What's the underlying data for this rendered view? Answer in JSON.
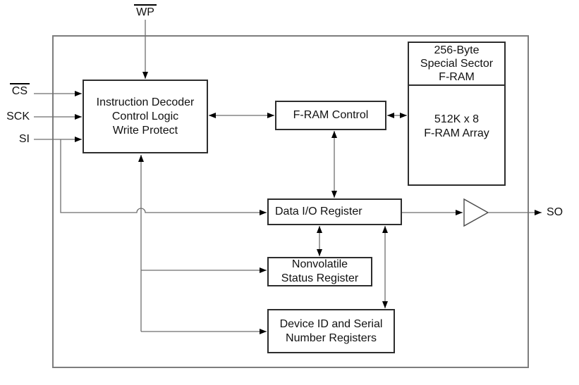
{
  "signals": {
    "wp": {
      "label": "WP",
      "active_low": true
    },
    "cs": {
      "label": "CS",
      "active_low": true
    },
    "sck": {
      "label": "SCK",
      "active_low": false
    },
    "si": {
      "label": "SI",
      "active_low": false
    },
    "so": {
      "label": "SO",
      "active_low": false
    }
  },
  "blocks": {
    "instruction_decoder": {
      "lines": [
        "Instruction Decoder",
        "Control Logic",
        "Write Protect"
      ]
    },
    "fram_control": {
      "label": "F-RAM Control"
    },
    "special_sector_fram": {
      "lines": [
        "256-Byte",
        "Special Sector",
        "F-RAM"
      ]
    },
    "fram_array": {
      "lines": [
        "512K x 8",
        "F-RAM Array"
      ]
    },
    "data_io_register": {
      "label": "Data I/O Register"
    },
    "nonvolatile_status_register": {
      "lines": [
        "Nonvolatile",
        "Status Register"
      ]
    },
    "device_id_serial_registers": {
      "lines": [
        "Device ID and Serial",
        "Number Registers"
      ]
    }
  },
  "colors": {
    "line": "#6e6e6e",
    "arrow": "#000000",
    "block_border": "#2d2d2d",
    "outer_border": "#7d7d7d",
    "text": "#111111",
    "background": "#ffffff"
  }
}
